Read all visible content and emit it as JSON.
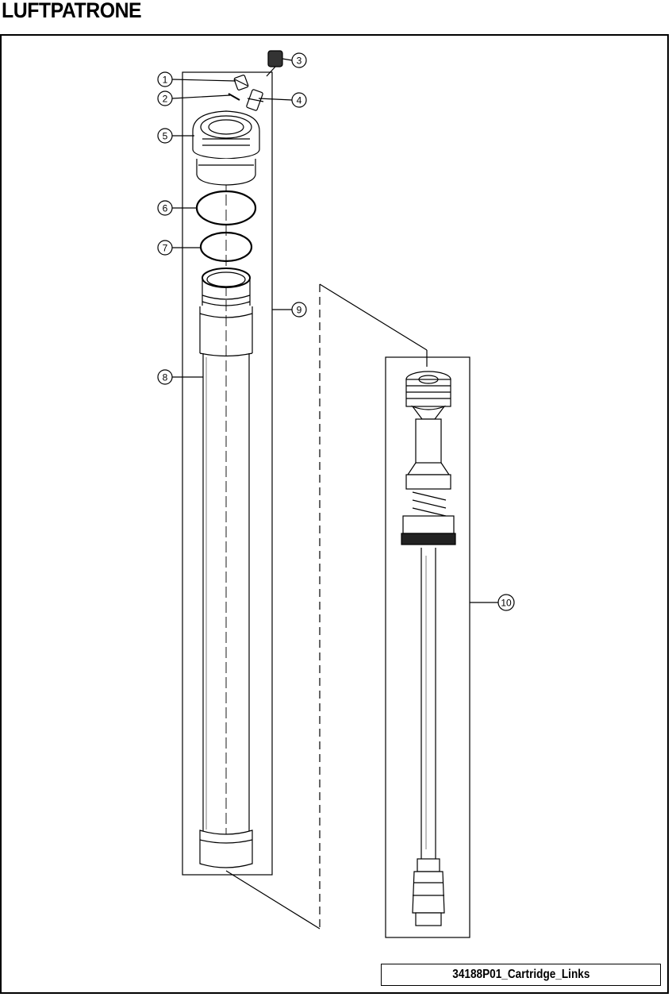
{
  "title": "LUFTPATRONE",
  "caption": "34188P01_Cartridge_Links",
  "callouts": {
    "c1": "1",
    "c2": "2",
    "c3": "3",
    "c4": "4",
    "c5": "5",
    "c6": "6",
    "c7": "7",
    "c8": "8",
    "c9": "9",
    "c10": "10"
  }
}
